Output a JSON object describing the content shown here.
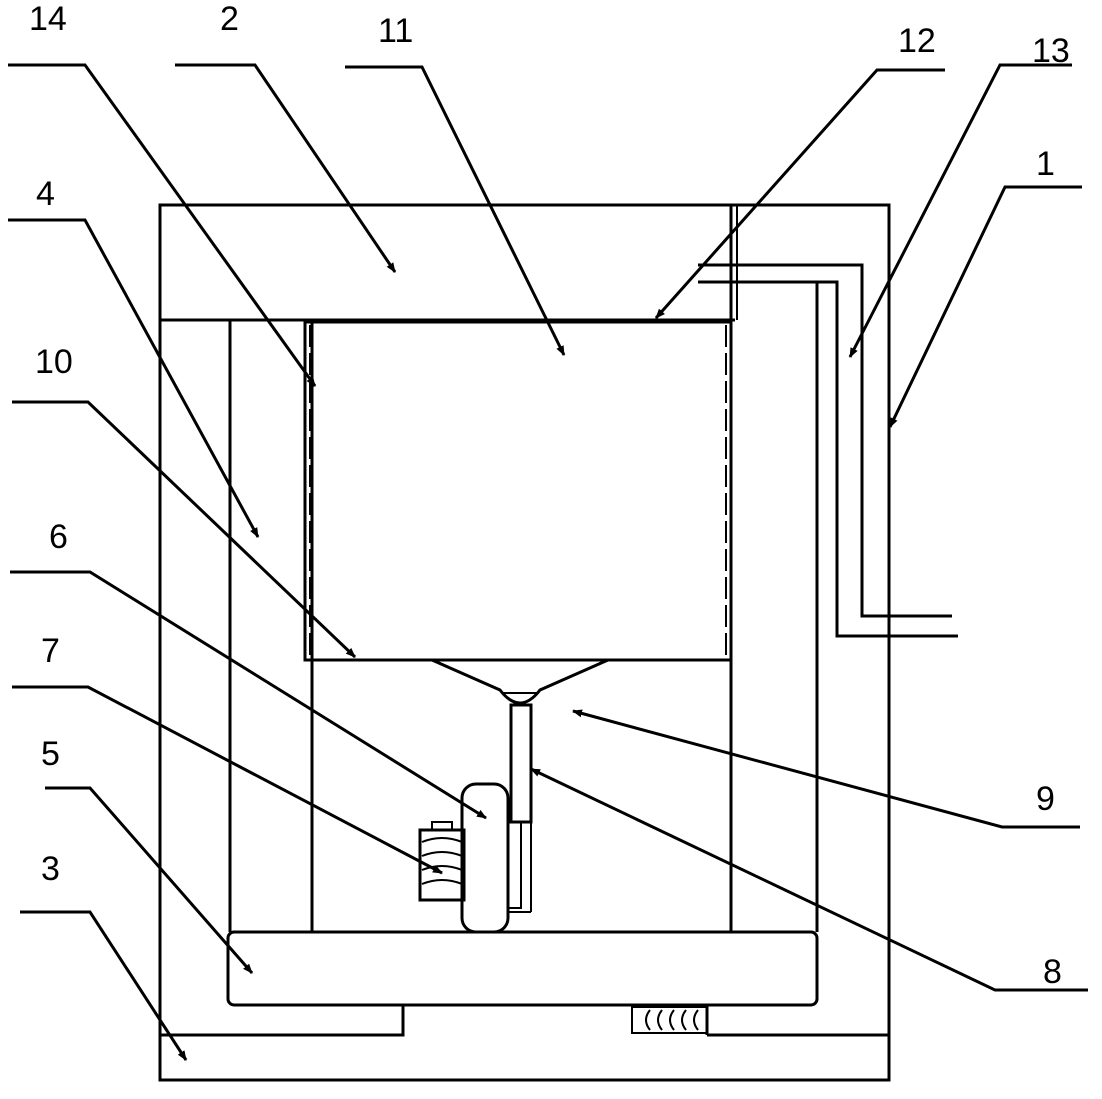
{
  "diagram": {
    "labels": {
      "l1": "1",
      "l2": "2",
      "l3": "3",
      "l4": "4",
      "l5": "5",
      "l6": "6",
      "l7": "7",
      "l8": "8",
      "l9": "9",
      "l10": "10",
      "l11": "11",
      "l12": "12",
      "l13": "13",
      "l14": "14"
    },
    "colors": {
      "stroke": "#000000",
      "background": "#ffffff"
    }
  }
}
